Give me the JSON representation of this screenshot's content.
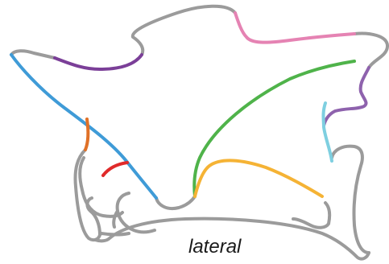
{
  "diagram": {
    "caption": "lateral",
    "outline_color": "#9b9b9b",
    "regions": [
      {
        "name": "purple-top-left",
        "color": "#7b3f98"
      },
      {
        "name": "pink-top",
        "color": "#e583b3"
      },
      {
        "name": "purple-right",
        "color": "#8e62ad"
      },
      {
        "name": "blue-diagonal",
        "color": "#3f9bd7"
      },
      {
        "name": "orange-vertical",
        "color": "#e07127"
      },
      {
        "name": "red-short",
        "color": "#e02a2a"
      },
      {
        "name": "green-arc",
        "color": "#4fb34a"
      },
      {
        "name": "yellow-arc",
        "color": "#f5b335"
      },
      {
        "name": "cyan-right",
        "color": "#7ecfe0"
      }
    ]
  }
}
